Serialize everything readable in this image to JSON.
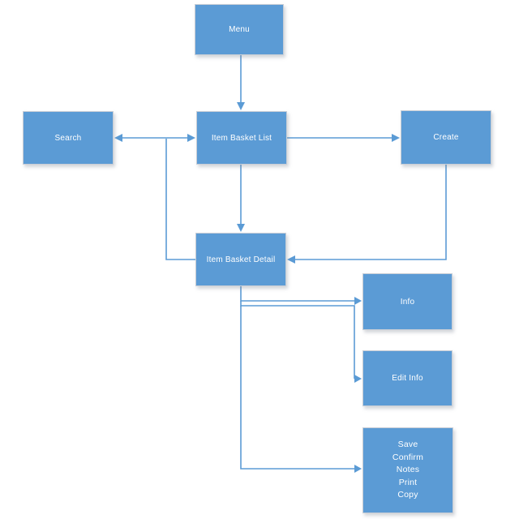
{
  "diagram": {
    "type": "flowchart",
    "colors": {
      "node_fill": "#5b9bd5",
      "node_border": "#c9ced6",
      "connector": "#5b9bd5",
      "label_text": "#ffffff",
      "background": "#ffffff"
    },
    "nodes": {
      "menu": {
        "label": "Menu"
      },
      "search": {
        "label": "Search"
      },
      "item_basket_list": {
        "label": "Item Basket List"
      },
      "create": {
        "label": "Create"
      },
      "item_basket_detail": {
        "label": "Item Basket Detail"
      },
      "info": {
        "label": "Info"
      },
      "edit_info": {
        "label": "Edit Info"
      },
      "detail_actions": {
        "lines": [
          "Save",
          "Confirm",
          "Notes",
          "Print",
          "Copy"
        ]
      }
    },
    "edges": [
      {
        "from": "menu",
        "to": "item_basket_list",
        "arrow": "to"
      },
      {
        "from": "item_basket_list",
        "to": "search",
        "arrow": "both"
      },
      {
        "from": "item_basket_detail",
        "to": "search",
        "arrow": "joins-search-line"
      },
      {
        "from": "item_basket_list",
        "to": "create",
        "arrow": "to"
      },
      {
        "from": "item_basket_list",
        "to": "item_basket_detail",
        "arrow": "to"
      },
      {
        "from": "create",
        "to": "item_basket_detail",
        "arrow": "to"
      },
      {
        "from": "item_basket_detail",
        "to": "info",
        "arrow": "to"
      },
      {
        "from": "item_basket_detail",
        "to": "edit_info",
        "arrow": "to"
      },
      {
        "from": "item_basket_detail",
        "to": "detail_actions",
        "arrow": "to"
      }
    ]
  }
}
